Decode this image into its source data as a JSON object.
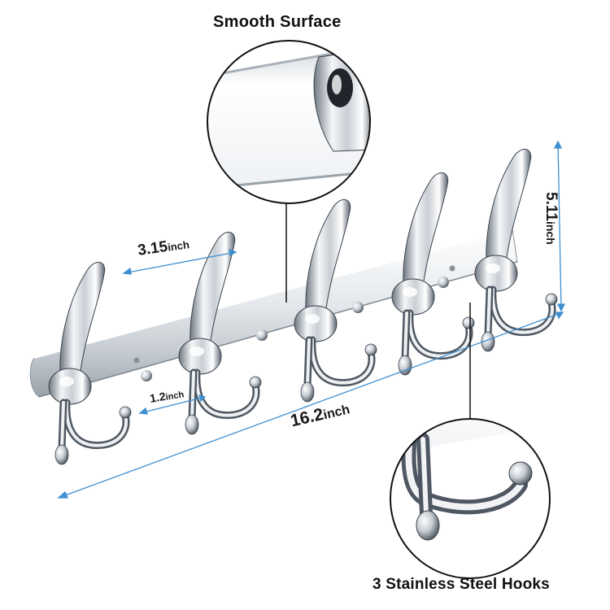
{
  "captions": {
    "top": "Smooth Surface",
    "bottom": "3 Stainless Steel Hooks"
  },
  "dimensions": {
    "hook_width": {
      "value": "3.15",
      "unit": "inch"
    },
    "hook_gap": {
      "value": "1.2",
      "unit": "inch"
    },
    "length": {
      "value": "16.2",
      "unit": "inch"
    },
    "height": {
      "value": "5.11",
      "unit": "inch"
    }
  },
  "colors": {
    "dimension_line": "#3f8fd0",
    "metal_light": "#f4f6f8",
    "metal_dark": "#5b6570",
    "outline": "#222222"
  },
  "hooks": [
    {
      "id": 1
    },
    {
      "id": 2
    },
    {
      "id": 3
    },
    {
      "id": 4
    },
    {
      "id": 5
    }
  ]
}
